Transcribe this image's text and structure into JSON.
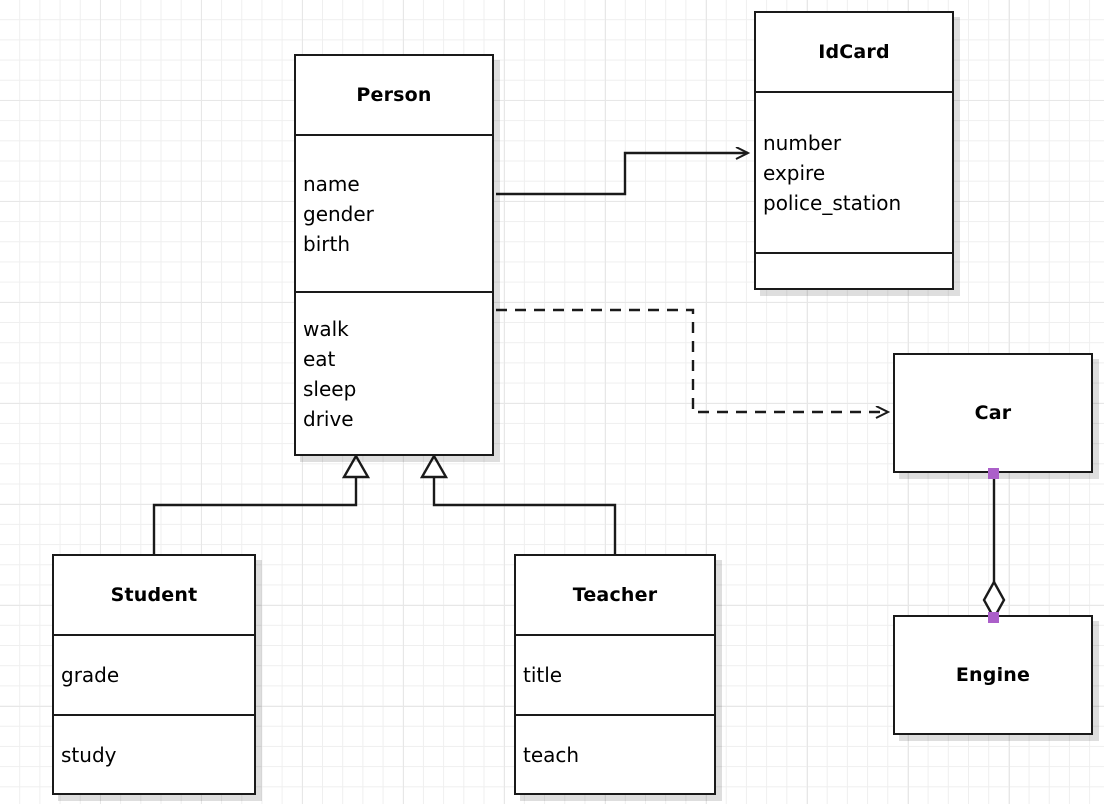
{
  "diagram": {
    "type": "uml-class-diagram",
    "background": "#ffffff",
    "grid_color": "#efefef",
    "line_color": "#1a1a1a",
    "handle_color": "#ab5fc9"
  },
  "classes": {
    "person": {
      "name": "Person",
      "attributes": [
        "name",
        "gender",
        "birth"
      ],
      "methods": [
        "walk",
        "eat",
        "sleep",
        "drive"
      ]
    },
    "idcard": {
      "name": "IdCard",
      "attributes": [
        "number",
        "expire",
        "police_station"
      ],
      "methods": []
    },
    "student": {
      "name": "Student",
      "attributes": [
        "grade"
      ],
      "methods": [
        "study"
      ]
    },
    "teacher": {
      "name": "Teacher",
      "attributes": [
        "title"
      ],
      "methods": [
        "teach"
      ]
    },
    "car": {
      "name": "Car",
      "attributes": [],
      "methods": []
    },
    "engine": {
      "name": "Engine",
      "attributes": [],
      "methods": []
    }
  },
  "relations": [
    {
      "id": "person-idcard",
      "kind": "association",
      "style": "solid",
      "arrow": "open",
      "from": "Person",
      "to": "IdCard"
    },
    {
      "id": "person-car",
      "kind": "dependency",
      "style": "dashed",
      "arrow": "open",
      "from": "Person",
      "to": "Car"
    },
    {
      "id": "student-person",
      "kind": "generalization",
      "style": "solid",
      "arrow": "hollow-triangle",
      "from": "Student",
      "to": "Person"
    },
    {
      "id": "teacher-person",
      "kind": "generalization",
      "style": "solid",
      "arrow": "hollow-triangle",
      "from": "Teacher",
      "to": "Person"
    },
    {
      "id": "car-engine",
      "kind": "aggregation",
      "style": "solid",
      "arrow": "hollow-diamond",
      "from": "Car",
      "to": "Engine",
      "selected": true
    }
  ]
}
